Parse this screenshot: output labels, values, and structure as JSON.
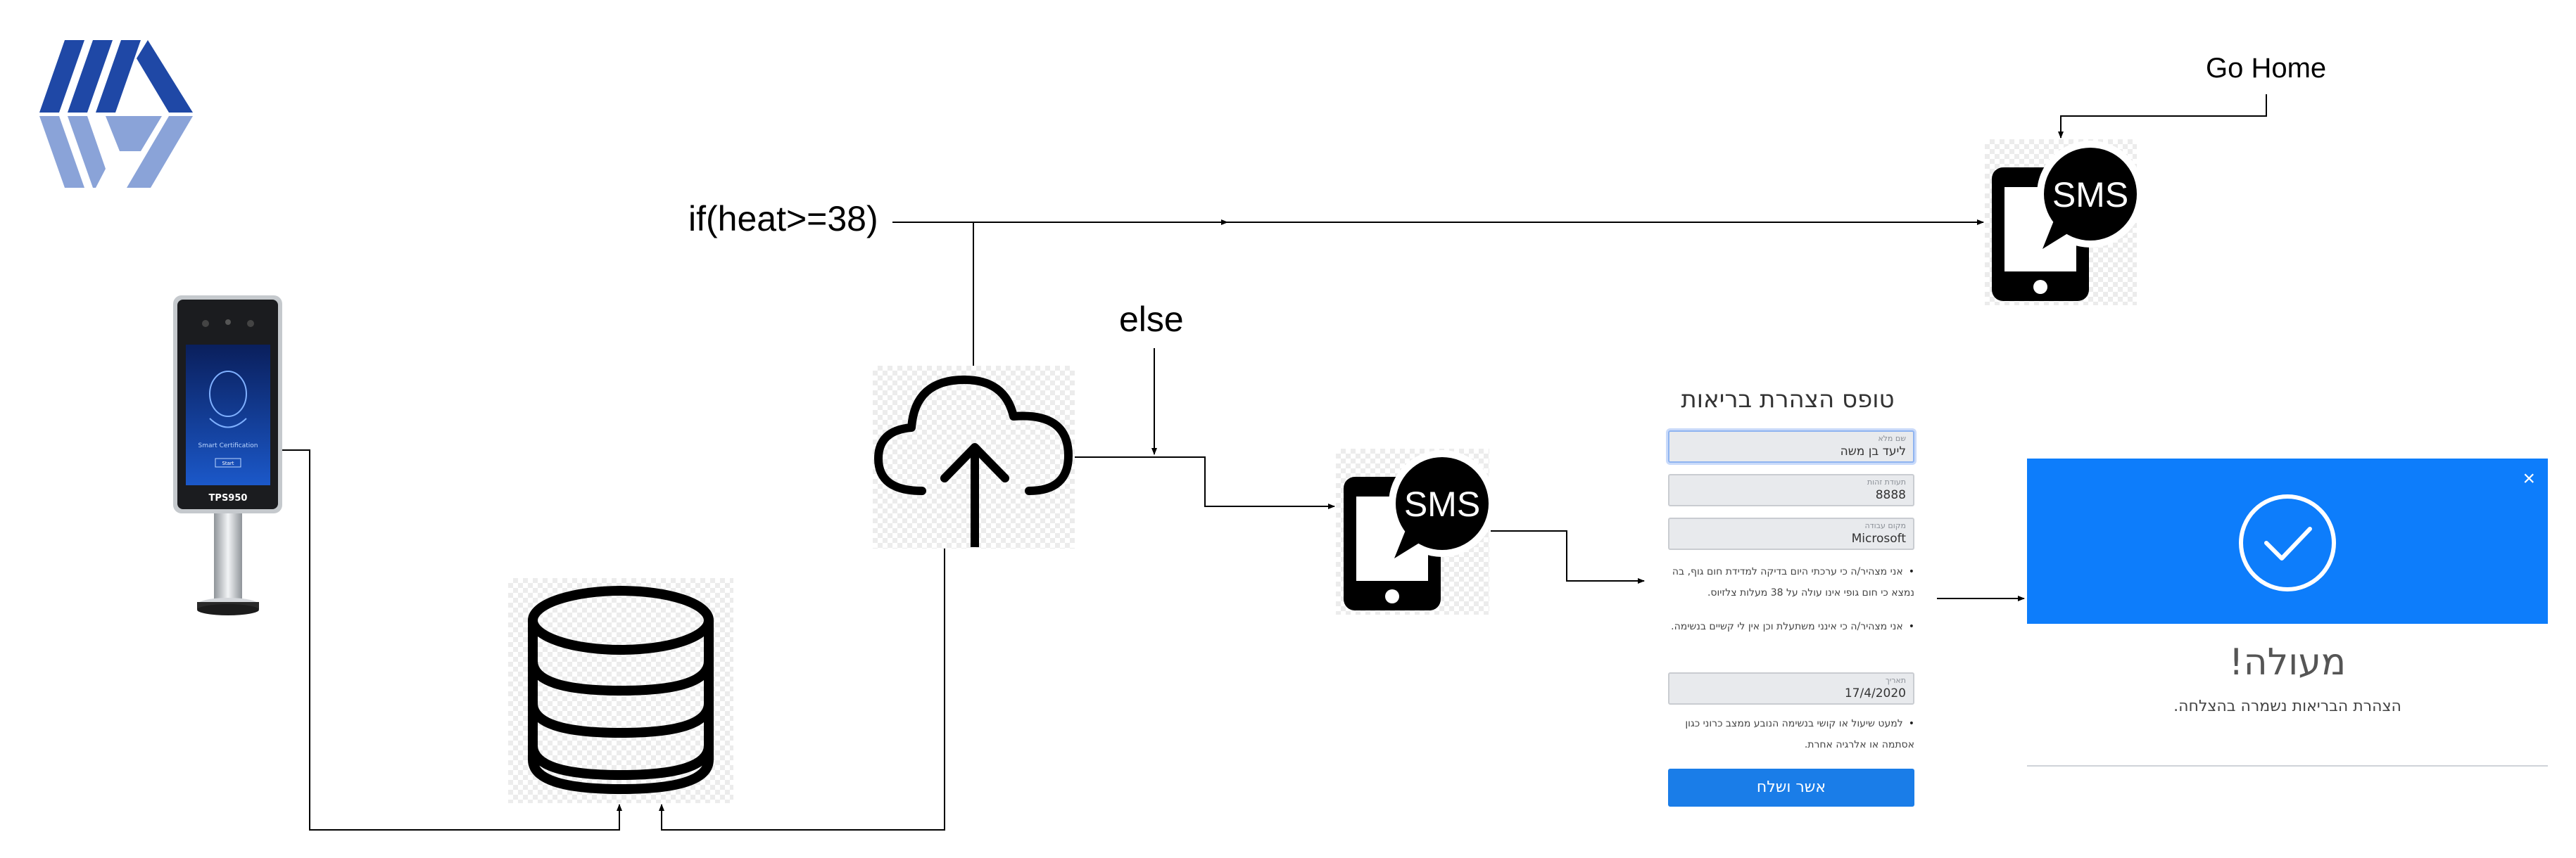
{
  "labels": {
    "if_condition": "if(heat>=38)",
    "else": "else",
    "go_home": "Go Home"
  },
  "device": {
    "screen_text": "Smart Certification",
    "screen_button": "Start",
    "model": "TPS950"
  },
  "sms_icon": {
    "text": "SMS"
  },
  "form": {
    "title": "טופס הצהרת בריאות",
    "fields": [
      {
        "label": "שם מלא",
        "value": "ליעד בן משה"
      },
      {
        "label": "תעודת זהות",
        "value": "8888"
      },
      {
        "label": "מקום עבודה",
        "value": "Microsoft"
      },
      {
        "label": "תאריך",
        "value": "17/4/2020"
      }
    ],
    "statements": [
      "אני מצהיר/ה כי ערכתי היום בדיקה למדידת חום גוף, בה נמצא כי חום גופי אינו עולה על 38 מעלות צלזיוס.",
      "אני מצהיר/ה כי אינני משתעלת וכן אין לי קשיים בנשימה.",
      "למעט שיעול או קושי בנשימה הנובע ממצב כרוני כגון אסתמה או אלרגיה אחרת."
    ],
    "submit_label": "אשר ושלח"
  },
  "modal": {
    "close_symbol": "×",
    "title": "מעולה!",
    "message": "הצהרת הבריאות נשמרה בהצלחה."
  },
  "colors": {
    "accent_blue": "#0d7dfb",
    "button_blue": "#1a7de8",
    "logo_dark": "#1f48a6",
    "logo_light": "#8aa3d8"
  }
}
